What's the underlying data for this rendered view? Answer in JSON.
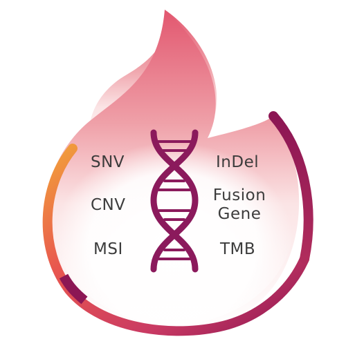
{
  "labels": {
    "snv": "SNV",
    "cnv": "CNV",
    "msi": "MSI",
    "indel": "InDel",
    "fusion_line1": "Fusion",
    "fusion_line2": "Gene",
    "tmb": "TMB"
  },
  "colors": {
    "flame_pink": "#e04a6a",
    "flame_light": "#f4c4c8",
    "ring_purple": "#8c1654",
    "ring_orange": "#f2a23a",
    "dna_color": "#8b1a5c",
    "text": "#3c3c3c"
  },
  "icons": [
    "flame-icon",
    "dna-helix-icon"
  ]
}
